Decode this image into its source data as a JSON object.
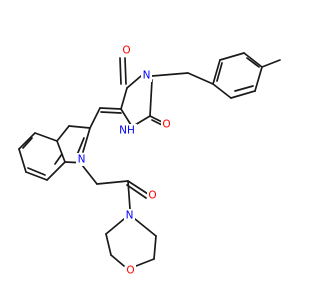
{
  "molecule": {
    "atom_labels": {
      "o_top": "O",
      "n_imide": "N",
      "o_right": "O",
      "nh": "NH",
      "n_indole": "N",
      "o_ketone": "O",
      "n_morpholine": "N",
      "o_morpholine": "O"
    },
    "colors": {
      "bond": "#1a1a1a",
      "oxygen": "#ff0000",
      "nitrogen": "#0000ff",
      "background": "#ffffff"
    }
  }
}
